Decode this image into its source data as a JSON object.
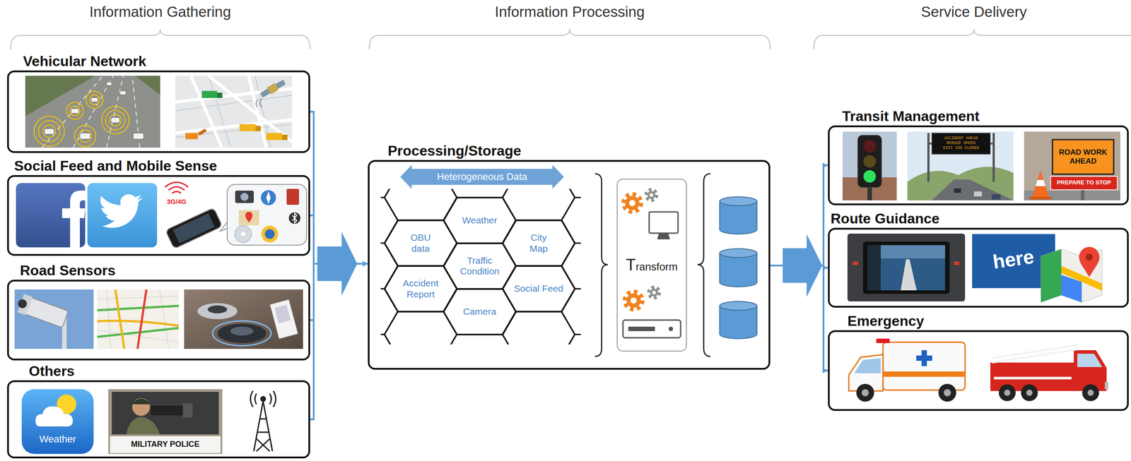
{
  "diagram": {
    "nodes": [
      {
        "text": [
          "Vehicular Network"
        ]
      },
      {
        "text": [
          "Social Feed and Mobile Sense"
        ]
      },
      {
        "text": [
          "Road Sensors"
        ]
      },
      {
        "text": [
          "Others"
        ]
      },
      {
        "text": [
          "Processing/Storage"
        ]
      },
      {
        "text": [
          "Heterogeneous Data"
        ],
        "in": 4
      },
      {
        "text": [
          "Weather"
        ],
        "in": 4
      },
      {
        "text": [
          "OBU data"
        ],
        "in": 4
      },
      {
        "text": [
          "City Map"
        ],
        "in": 4
      },
      {
        "text": [
          "Traffic Condition"
        ],
        "in": 4
      },
      {
        "text": [
          "Accident Report"
        ],
        "in": 4
      },
      {
        "text": [
          "Social Feed"
        ],
        "in": 4
      },
      {
        "text": [
          "Camera"
        ],
        "in": 4
      },
      {
        "text": [
          "Transform"
        ],
        "in": 4
      },
      {
        "text": [
          "Transit Management"
        ]
      },
      {
        "text": [
          "Route Guidance"
        ]
      },
      {
        "text": [
          "Emergency"
        ]
      }
    ],
    "edges": [
      {
        "from": 0,
        "to": 4,
        "arrow": "to"
      },
      {
        "from": 1,
        "to": 4,
        "arrow": "to"
      },
      {
        "from": 2,
        "to": 4,
        "arrow": "to"
      },
      {
        "from": 3,
        "to": 4,
        "arrow": "to"
      },
      {
        "from": 4,
        "to": 14,
        "arrow": "to"
      },
      {
        "from": 4,
        "to": 15,
        "arrow": "to"
      },
      {
        "from": 4,
        "to": 16,
        "arrow": "to"
      }
    ],
    "labels": [
      "Information Gathering",
      "Information Processing",
      "Service Delivery",
      "3G/4G",
      "Weather",
      "MILITARY POLICE",
      "ACCIDENT AHEAD REDUCE SPEED EXIT 338 CLOSED",
      "ROAD WORK AHEAD",
      "PREPARE TO STOP",
      "here"
    ]
  }
}
